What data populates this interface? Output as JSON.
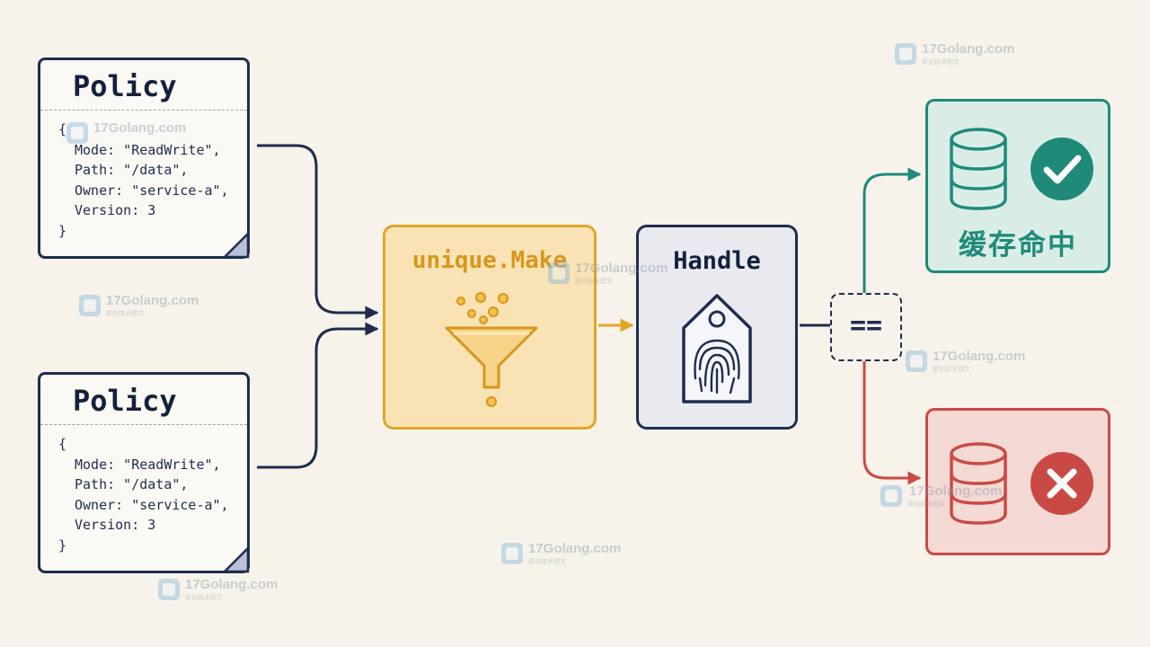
{
  "policies": [
    {
      "title": "Policy",
      "code": [
        "{",
        "Mode: \"ReadWrite\",",
        "Path: \"/data\",",
        "Owner: \"service-a\",",
        "Version: 3",
        "}"
      ]
    },
    {
      "title": "Policy",
      "code": [
        "{",
        "Mode: \"ReadWrite\",",
        "Path: \"/data\",",
        "Owner: \"service-a\",",
        "Version: 3",
        "}"
      ]
    }
  ],
  "make": {
    "label": "unique.Make",
    "icon": "funnel-icon"
  },
  "handle": {
    "label": "Handle",
    "icon": "fingerprint-tag-icon"
  },
  "compare": {
    "label": "=="
  },
  "results": {
    "hit": {
      "label": "缓存命中",
      "icons": [
        "database-icon",
        "check-circle-icon"
      ]
    },
    "miss": {
      "icons": [
        "database-icon",
        "x-circle-icon"
      ]
    }
  },
  "watermark": {
    "name": "17Golang.com",
    "sub": "原创技术图文"
  },
  "colors": {
    "ink": "#1e2d4f",
    "make_accent": "#e0a62a",
    "hit_accent": "#1f8a7a",
    "miss_accent": "#c94a45",
    "background": "#f7f3ea"
  }
}
